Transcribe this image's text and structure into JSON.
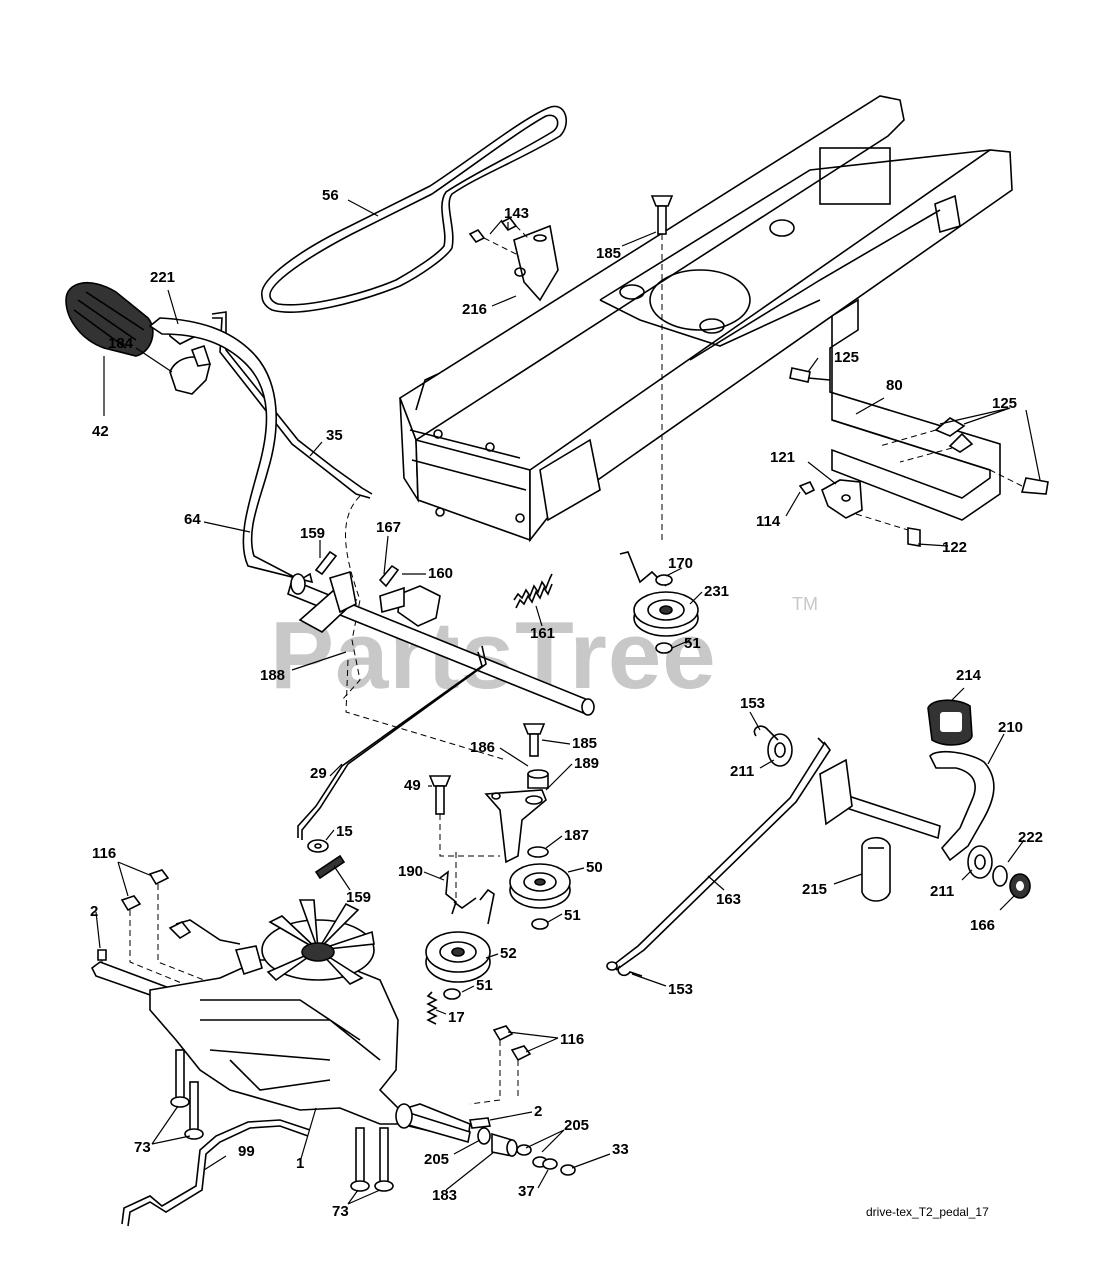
{
  "watermark": {
    "text": "PartsTree",
    "tm": "TM"
  },
  "diagram_ref": "drive-tex_T2_pedal_17",
  "callouts": {
    "c56": "56",
    "c143": "143",
    "c185a": "185",
    "c216": "216",
    "c221": "221",
    "c184": "184",
    "c42": "42",
    "c35": "35",
    "c125a": "125",
    "c80": "80",
    "c125b": "125",
    "c121": "121",
    "c114": "114",
    "c122": "122",
    "c64": "64",
    "c159a": "159",
    "c167": "167",
    "c160": "160",
    "c170": "170",
    "c231": "231",
    "c161": "161",
    "c51a": "51",
    "c188": "188",
    "c214": "214",
    "c153a": "153",
    "c210": "210",
    "c186": "186",
    "c185b": "185",
    "c29": "29",
    "c49": "49",
    "c189": "189",
    "c211a": "211",
    "c15": "15",
    "c187": "187",
    "c116a": "116",
    "c190": "190",
    "c50": "50",
    "c159b": "159",
    "c222": "222",
    "c163": "163",
    "c215": "215",
    "c211b": "211",
    "c166": "166",
    "c2a": "2",
    "c51b": "51",
    "c52": "52",
    "c51c": "51",
    "c153b": "153",
    "c17": "17",
    "c116b": "116",
    "c2b": "2",
    "c205a": "205",
    "c33": "33",
    "c73a": "73",
    "c99": "99",
    "c1": "1",
    "c205b": "205",
    "c183": "183",
    "c37": "37",
    "c73b": "73"
  },
  "icons": [
    "belt",
    "frame",
    "shift-lever",
    "knob",
    "pulley",
    "pedal",
    "transaxle",
    "rod",
    "bracket"
  ]
}
